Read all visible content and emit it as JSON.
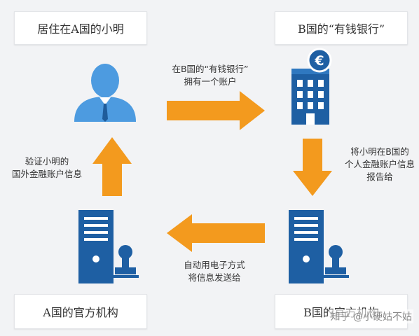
{
  "boxes": {
    "top_left": "居住在A国的小明",
    "top_right": "B国的“有钱银行”",
    "bottom_left": "A国的官方机构",
    "bottom_right": "B国的官方机构"
  },
  "annotations": {
    "top": [
      "在B国的“有钱银行”",
      "拥有一个账户"
    ],
    "right": [
      "将小明在B国的",
      "个人金融账户信息",
      "报告给"
    ],
    "bottom": [
      "自动用电子方式",
      "将信息发送给"
    ],
    "left": [
      "验证小明的",
      "国外金融账户信息"
    ]
  },
  "watermark": "知乎 @小硬姑不姑",
  "colors": {
    "arrow": "#f39a1e",
    "icon_blue": "#1e5fa3",
    "person_blue": "#4d9be0"
  }
}
